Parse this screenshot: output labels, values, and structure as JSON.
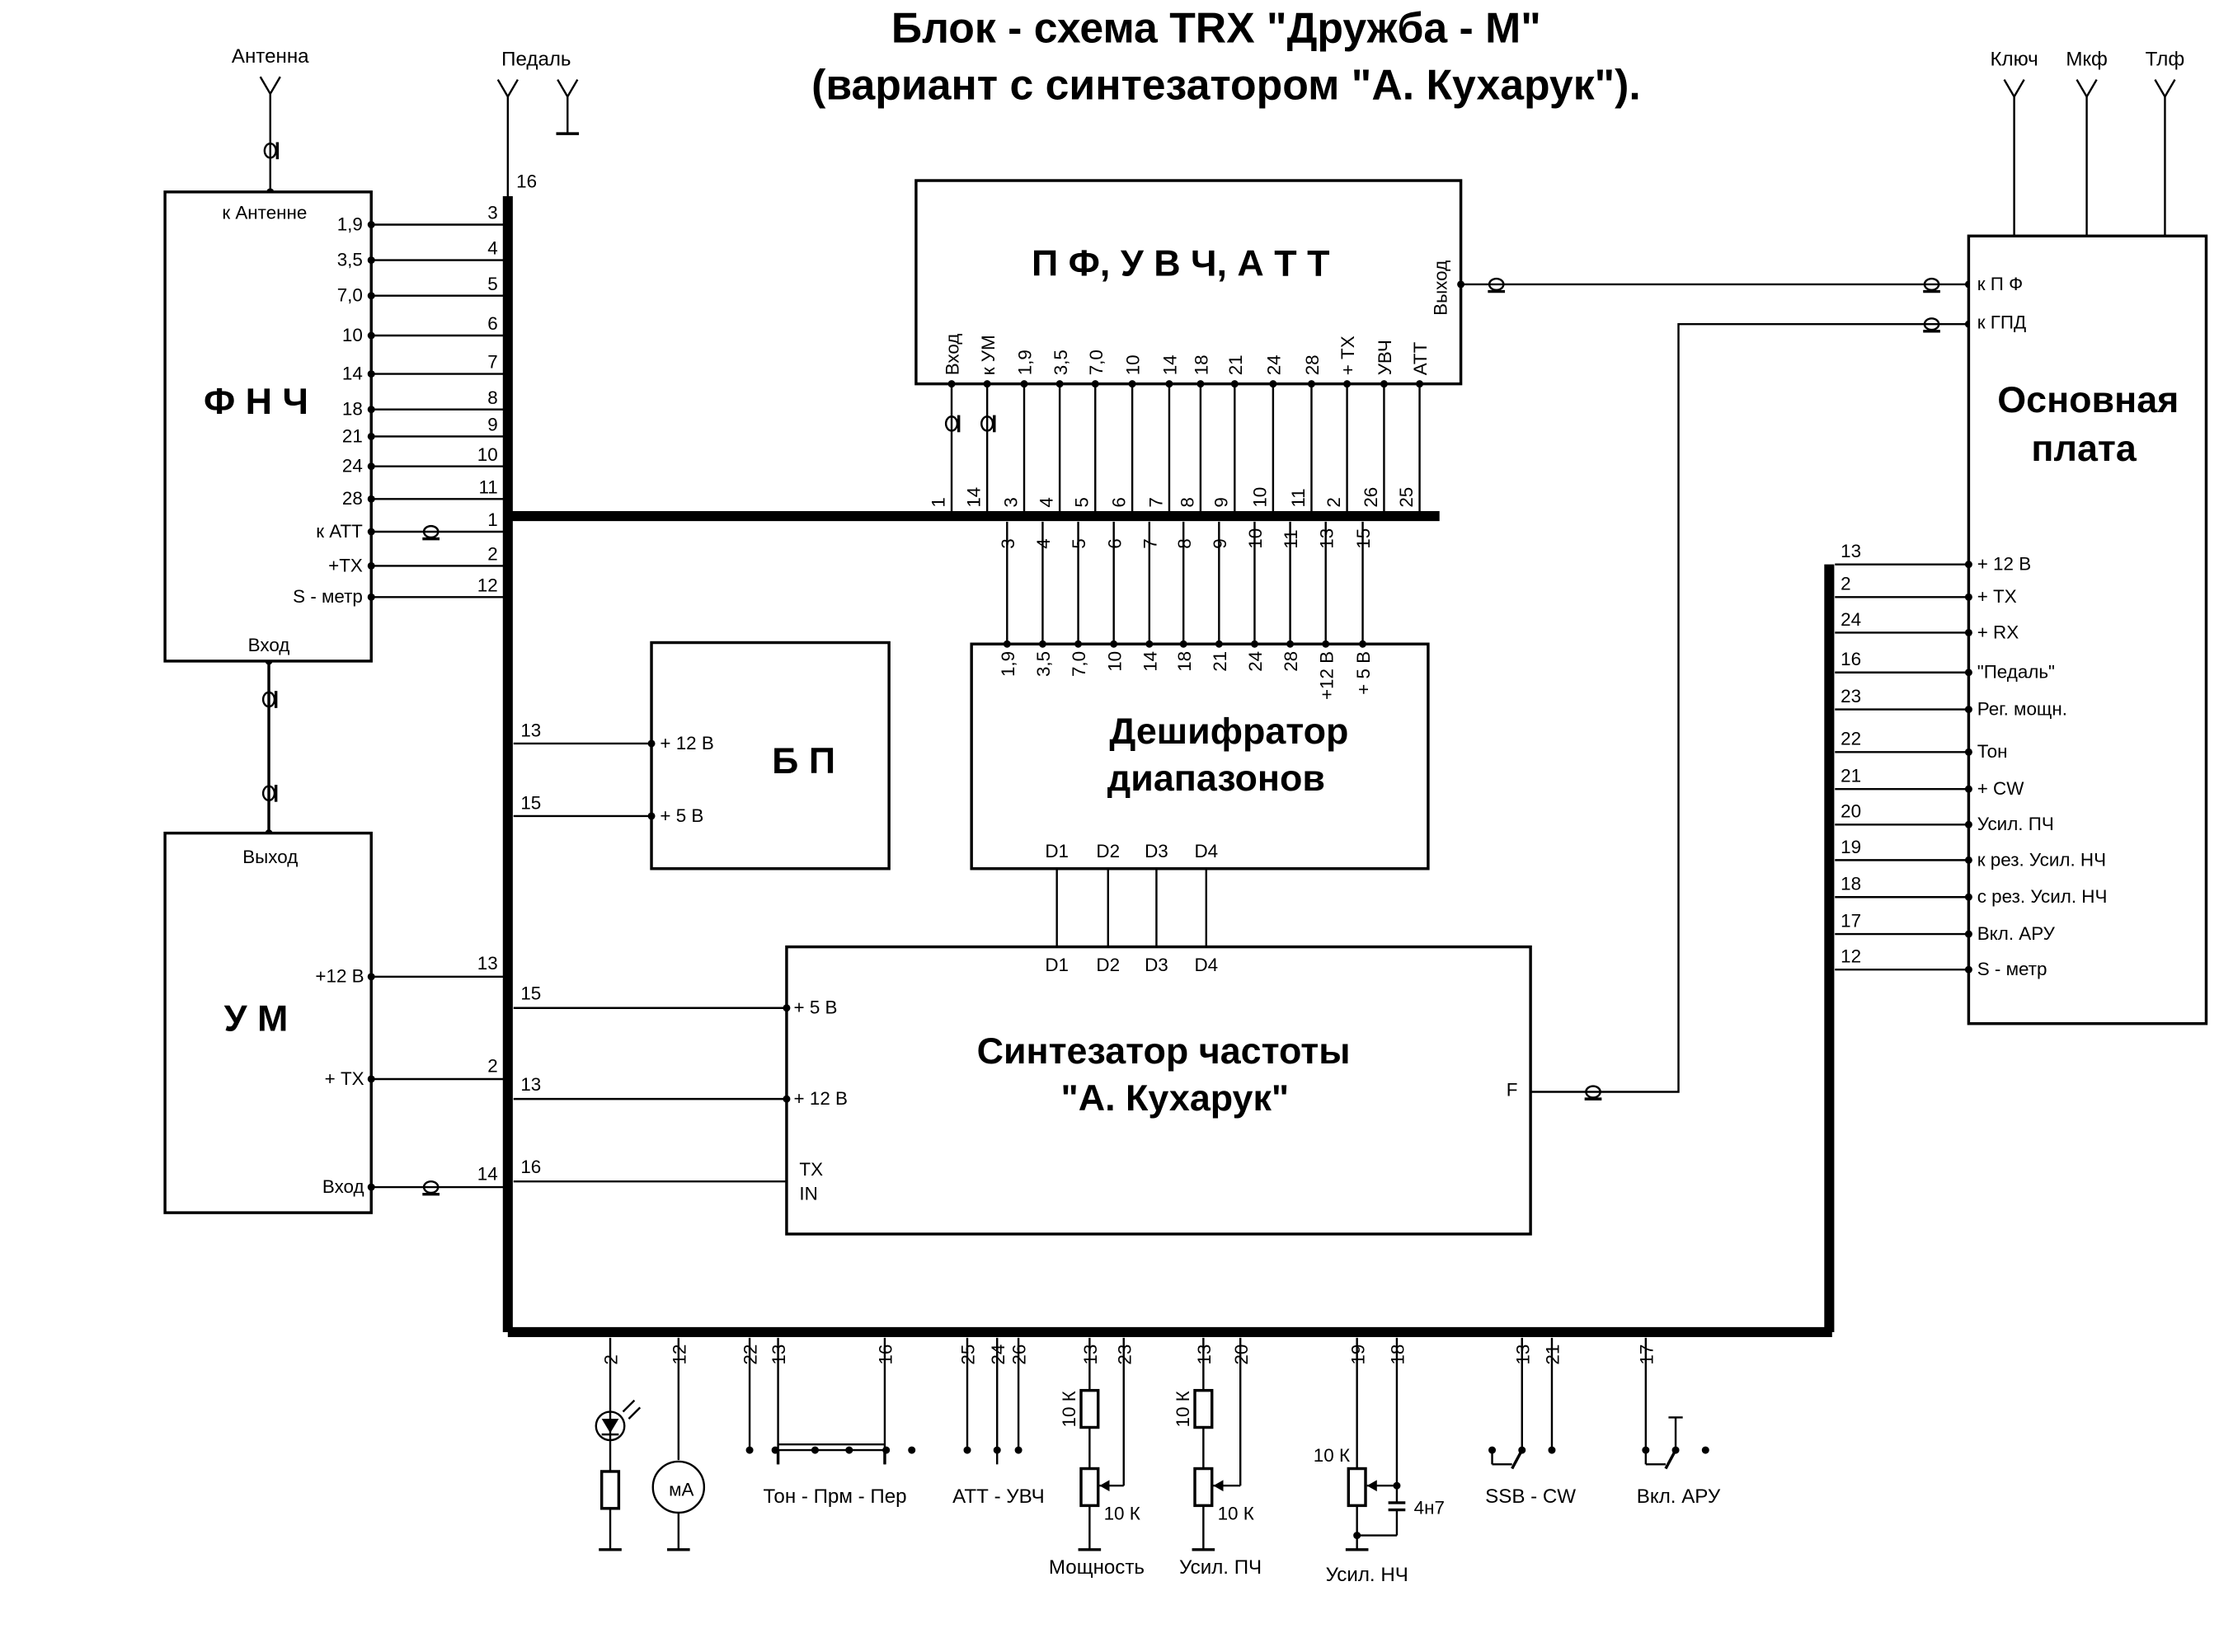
{
  "title": {
    "line1": "Блок - схема TRX \"Дружба - М\"",
    "line2": "(вариант с синтезатором \"А. Кухарук\")."
  },
  "colors": {
    "ink": "#000000",
    "paper": "#ffffff"
  },
  "connectors_top_left": {
    "antenna": "Антенна",
    "pedal": "Педаль",
    "bus_pin_pedal": "16"
  },
  "connectors_top_right": [
    "Ключ",
    "Мкф",
    "Тлф"
  ],
  "fnch": {
    "title": "Ф Н Ч",
    "top_pin": "к Антенне",
    "bottom_pin": "Вход",
    "pins": [
      {
        "label": "1,9",
        "bus": "3"
      },
      {
        "label": "3,5",
        "bus": "4"
      },
      {
        "label": "7,0",
        "bus": "5"
      },
      {
        "label": "10",
        "bus": "6"
      },
      {
        "label": "14",
        "bus": "7"
      },
      {
        "label": "18",
        "bus": "8"
      },
      {
        "label": "21",
        "bus": "9"
      },
      {
        "label": "24",
        "bus": "10"
      },
      {
        "label": "28",
        "bus": "11"
      },
      {
        "label": "к АТТ",
        "bus": "1"
      },
      {
        "label": "+ТХ",
        "bus": "2"
      },
      {
        "label": "S - метр",
        "bus": "12"
      }
    ]
  },
  "um": {
    "title": "У М",
    "top_pin": "Выход",
    "pins": [
      {
        "label": "+12 В",
        "bus": "13"
      },
      {
        "label": "+ ТХ",
        "bus": "2"
      },
      {
        "label": "Вход",
        "bus": "14"
      }
    ]
  },
  "pf": {
    "title": "П Ф,  У В Ч,  А Т Т",
    "output_pin": "Выход",
    "pins": [
      {
        "label": "Вход",
        "bus": "1"
      },
      {
        "label": "к УМ",
        "bus": "14"
      },
      {
        "label": "1,9",
        "bus": "3"
      },
      {
        "label": "3,5",
        "bus": "4"
      },
      {
        "label": "7,0",
        "bus": "5"
      },
      {
        "label": "10",
        "bus": "6"
      },
      {
        "label": "14",
        "bus": "7"
      },
      {
        "label": "18",
        "bus": "8"
      },
      {
        "label": "21",
        "bus": "9"
      },
      {
        "label": "24",
        "bus": "10"
      },
      {
        "label": "28",
        "bus": "11"
      },
      {
        "label": "+ ТХ",
        "bus": "2"
      },
      {
        "label": "УВЧ",
        "bus": "26"
      },
      {
        "label": "АТТ",
        "bus": "25"
      }
    ]
  },
  "bp": {
    "title": "Б П",
    "pins": [
      {
        "label": "+ 12 В",
        "bus": "13"
      },
      {
        "label": "+ 5 В",
        "bus": "15"
      }
    ]
  },
  "decoder": {
    "title_line1": "Дешифратор",
    "title_line2": "диапазонов",
    "pins": [
      {
        "label": "1,9",
        "bus": "3"
      },
      {
        "label": "3,5",
        "bus": "4"
      },
      {
        "label": "7,0",
        "bus": "5"
      },
      {
        "label": "10",
        "bus": "6"
      },
      {
        "label": "14",
        "bus": "7"
      },
      {
        "label": "18",
        "bus": "8"
      },
      {
        "label": "21",
        "bus": "9"
      },
      {
        "label": "24",
        "bus": "10"
      },
      {
        "label": "28",
        "bus": "11"
      },
      {
        "label": "+12 В",
        "bus": "13"
      },
      {
        "label": "+ 5 В",
        "bus": "15"
      }
    ],
    "outputs": [
      "D1",
      "D2",
      "D3",
      "D4"
    ]
  },
  "synth": {
    "title_line1": "Синтезатор частоты",
    "title_line2": "\"А. Кухарук\"",
    "inputs": [
      "D1",
      "D2",
      "D3",
      "D4"
    ],
    "pins": [
      {
        "label": "+ 5 В",
        "bus": "15"
      },
      {
        "label": "+ 12 В",
        "bus": "13"
      },
      {
        "label": "TX",
        "label2": "IN",
        "bus": "16"
      }
    ],
    "output": "F"
  },
  "main_board": {
    "title_line1": "Основная",
    "title_line2": "плата",
    "rf_pins": [
      "к П Ф",
      "к ГПД"
    ],
    "pins": [
      {
        "label": "+ 12 В",
        "bus": "13"
      },
      {
        "label": "+ ТХ",
        "bus": "2"
      },
      {
        "label": "+ RX",
        "bus": "24"
      },
      {
        "label": "\"Педаль\"",
        "bus": "16"
      },
      {
        "label": "Рег. мощн.",
        "bus": "23"
      },
      {
        "label": "Тон",
        "bus": "22"
      },
      {
        "label": "+ CW",
        "bus": "21"
      },
      {
        "label": "Усил. ПЧ",
        "bus": "20"
      },
      {
        "label": "к рез. Усил. НЧ",
        "bus": "19"
      },
      {
        "label": "с рез. Усил. НЧ",
        "bus": "18"
      },
      {
        "label": "Вкл. АРУ",
        "bus": "17"
      },
      {
        "label": "S - метр",
        "bus": "12"
      }
    ]
  },
  "bottom": {
    "led_pin": "2",
    "meter_pin": "12",
    "meter_label": "мА",
    "mode_switch": {
      "pins": [
        "22",
        "13",
        "16"
      ],
      "label": "Тон - Прм - Пер"
    },
    "att_switch": {
      "pins": [
        "25",
        "24",
        "26"
      ],
      "label": "АТТ - УВЧ"
    },
    "power": {
      "pins": [
        "13",
        "23"
      ],
      "r_fixed": "10 К",
      "r_var": "10 К",
      "label": "Мощность"
    },
    "if_gain": {
      "pins": [
        "13",
        "20"
      ],
      "r_fixed": "10 К",
      "r_var": "10 К",
      "label": "Усил. ПЧ"
    },
    "af_gain": {
      "pins": [
        "19",
        "18"
      ],
      "r_var": "10 К",
      "cap": "4н7",
      "label": "Усил. НЧ"
    },
    "ssb_cw": {
      "pins": [
        "13",
        "21"
      ],
      "label": "SSB - CW"
    },
    "agc": {
      "pins": [
        "17"
      ],
      "label": "Вкл. АРУ"
    }
  }
}
